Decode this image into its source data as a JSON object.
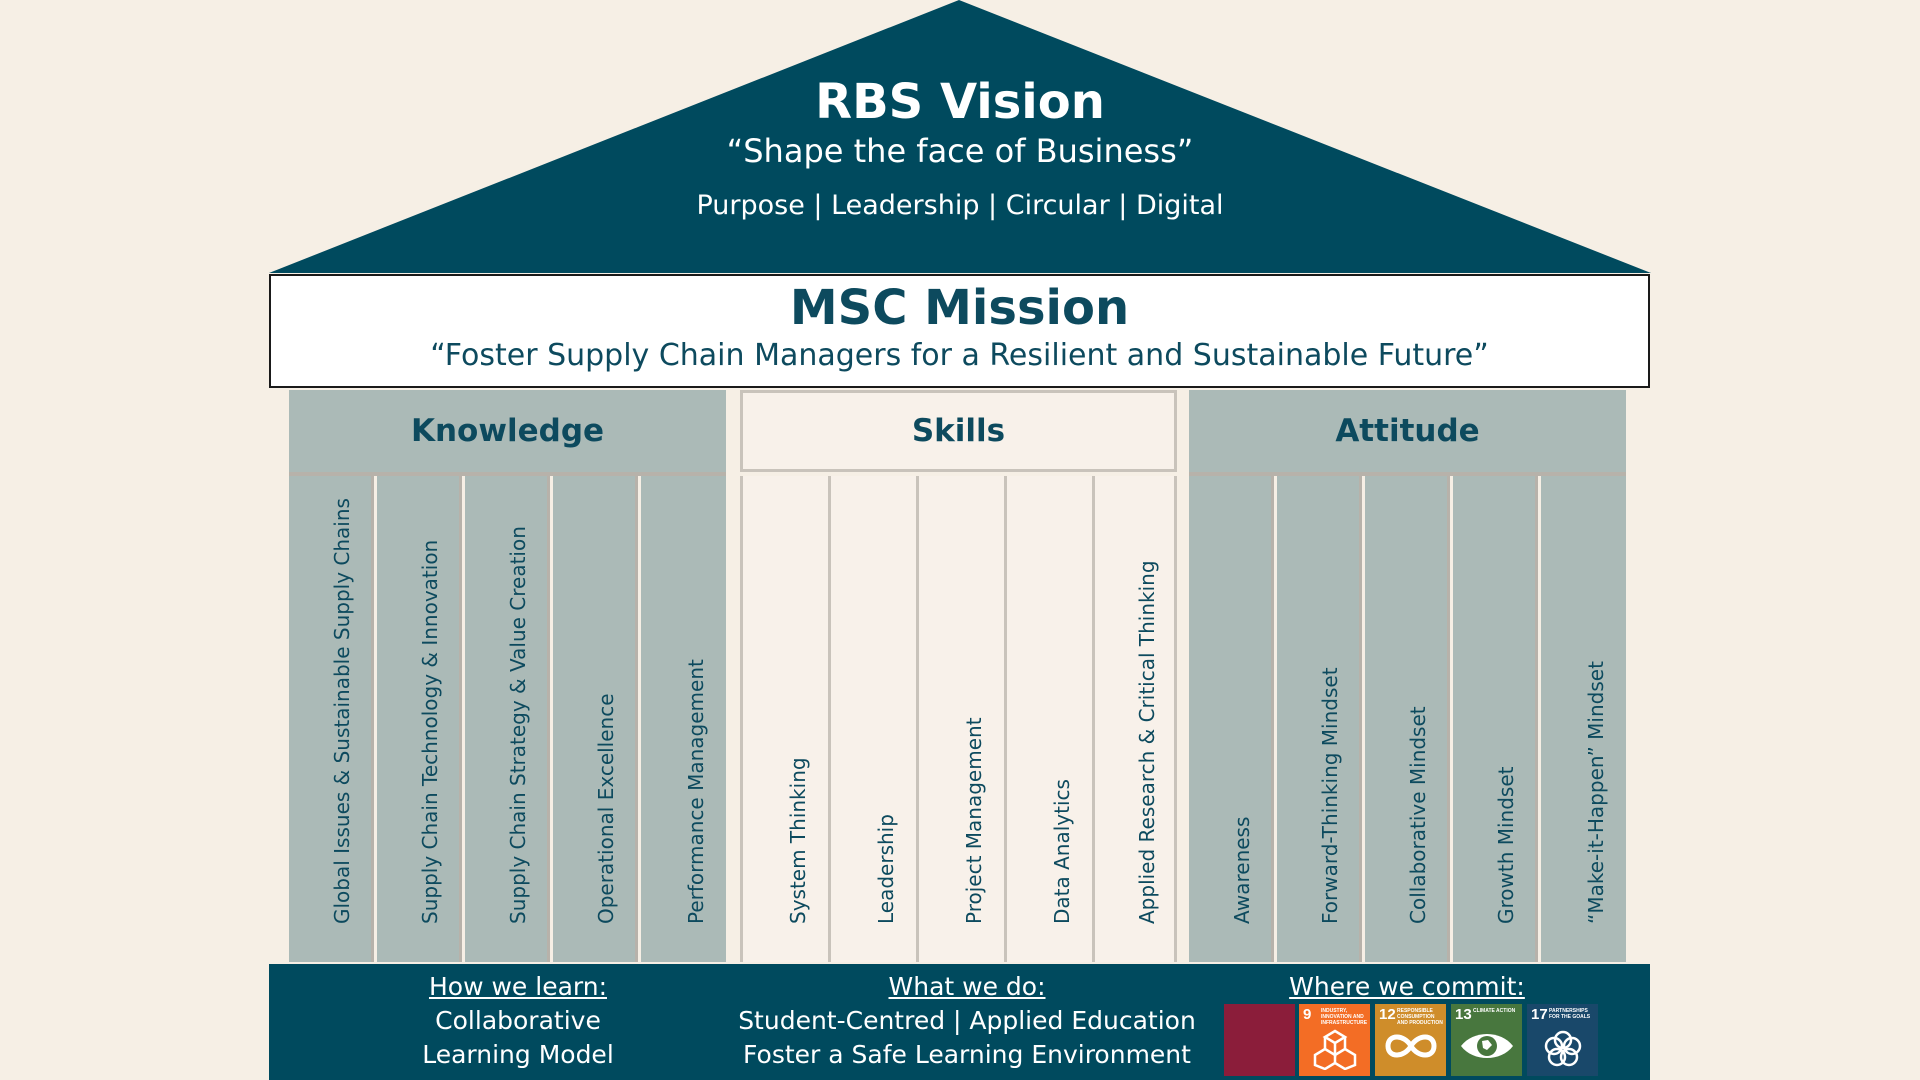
{
  "vision": {
    "title": "RBS Vision",
    "subtitle": "“Shape the face of Business”",
    "values": "Purpose | Leadership | Circular | Digital"
  },
  "mission": {
    "title": "MSC Mission",
    "subtitle": "“Foster Supply Chain Managers for a Resilient and Sustainable Future”"
  },
  "pillars": {
    "knowledge": {
      "title": "Knowledge",
      "items": [
        "Global Issues & Sustainable Supply Chains",
        "Supply Chain Technology & Innovation",
        "Supply Chain Strategy & Value Creation",
        "Operational Excellence",
        "Performance Management"
      ]
    },
    "skills": {
      "title": "Skills",
      "items": [
        "System Thinking",
        "Leadership",
        "Project Management",
        "Data Analytics",
        "Applied Research & Critical Thinking"
      ]
    },
    "attitude": {
      "title": "Attitude",
      "items": [
        "Awareness",
        "Forward-Thinking Mindset",
        "Collaborative Mindset",
        "Growth Mindset",
        "“Make-it-Happen” Mindset"
      ]
    }
  },
  "foundation": {
    "learn": {
      "heading": "How we learn:",
      "lines": [
        "Collaborative",
        "Learning Model"
      ]
    },
    "do": {
      "heading": "What we do:",
      "lines": [
        "Student-Centred | Applied Education",
        "Foster a Safe Learning Environment"
      ]
    },
    "commit": {
      "heading": "Where we commit:",
      "sdgs": [
        {
          "number": "",
          "label": "",
          "color": "#8b1d3a",
          "icon": "blank"
        },
        {
          "number": "9",
          "label": "INDUSTRY, INNOVATION AND INFRASTRUCTURE",
          "color": "#f36d25",
          "icon": "cubes-icon"
        },
        {
          "number": "12",
          "label": "RESPONSIBLE CONSUMPTION AND PRODUCTION",
          "color": "#cf8d2a",
          "icon": "infinity-icon"
        },
        {
          "number": "13",
          "label": "CLIMATE ACTION",
          "color": "#48773e",
          "icon": "eye-globe-icon"
        },
        {
          "number": "17",
          "label": "PARTNERSHIPS FOR THE GOALS",
          "color": "#19486a",
          "icon": "flower-icon"
        }
      ]
    }
  },
  "colors": {
    "primary": "#004a5e",
    "sage": "#abbab7",
    "cream": "#f8f1ea",
    "background": "#f6efe5"
  }
}
